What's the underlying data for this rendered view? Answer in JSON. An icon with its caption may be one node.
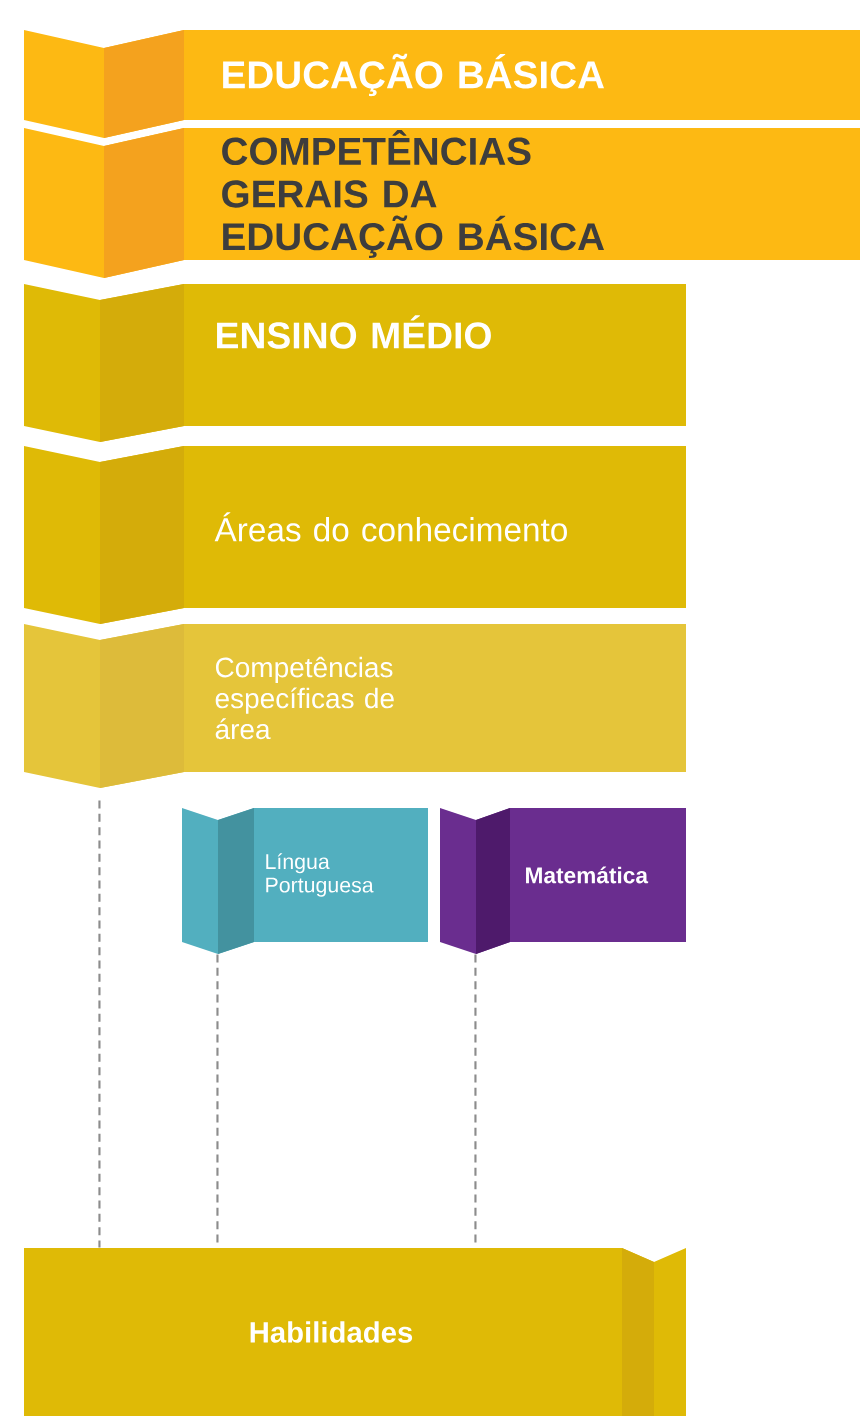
{
  "diagram": {
    "nodes": [
      {
        "text": [
          "EDUCAÇÃO BÁSICA"
        ]
      },
      {
        "text": [
          "COMPETÊNCIAS GERAIS DA EDUCAÇÃO BÁSICA"
        ]
      },
      {
        "text": [
          "ENSINO  MÉDIO"
        ]
      },
      {
        "text": [
          "Áreas do conhecimento"
        ]
      },
      {
        "text": [
          "Competências específicas de área"
        ]
      },
      {
        "text": [
          "Língua Portuguesa"
        ]
      },
      {
        "text": [
          "Matemática"
        ]
      },
      {
        "text": [
          "Habilidades"
        ]
      }
    ],
    "edges": [
      {
        "from": 4,
        "to": 7,
        "arrow": "none",
        "style": "dashed"
      },
      {
        "from": 5,
        "to": 7,
        "arrow": "none",
        "style": "dashed"
      },
      {
        "from": 6,
        "to": 7,
        "arrow": "none",
        "style": "dashed"
      }
    ]
  }
}
